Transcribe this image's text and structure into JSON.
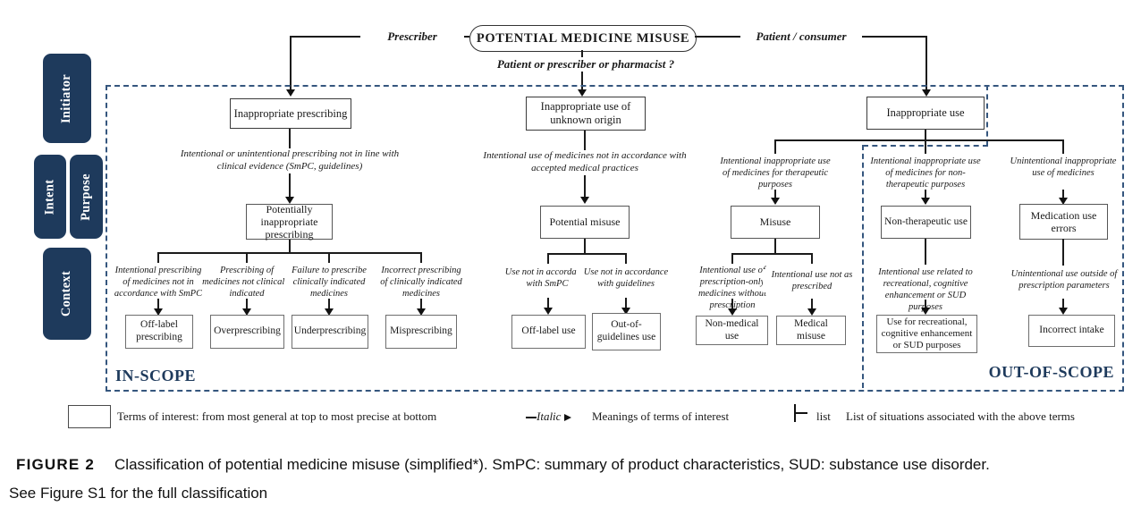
{
  "figure": {
    "root_label": "POTENTIAL MEDICINE MISUSE",
    "root_question": "Patient or prescriber or pharmacist ?",
    "left_arrow_label": "Prescriber",
    "right_arrow_label": "Patient / consumer"
  },
  "sidebar": {
    "initiator": "Initiator",
    "intent": "Intent",
    "purpose": "Purpose",
    "context": "Context"
  },
  "scope": {
    "in_label": "IN-SCOPE",
    "out_label": "OUT-OF-SCOPE"
  },
  "prescribing": {
    "term": "Inappropriate prescribing",
    "meaning": "Intentional or unintentional prescribing not in line with clinical evidence (SmPC, guidelines)",
    "sub_term": "Potentially inappropriate prescribing",
    "children": [
      {
        "meaning": "Intentional prescribing of medicines not in accordance with SmPC",
        "term": "Off-label prescribing"
      },
      {
        "meaning": "Prescribing of medicines not clinically indicated",
        "term": "Overprescribing"
      },
      {
        "meaning": "Failure to prescribe clinically indicated medicines",
        "term": "Underprescribing"
      },
      {
        "meaning": "Incorrect prescribing of clinically indicated medicines",
        "term": "Misprescribing"
      }
    ]
  },
  "unknown_origin": {
    "term": "Inappropriate use of unknown origin",
    "meaning": "Intentional use of medicines not in accordance with accepted medical practices",
    "sub_term": "Potential misuse",
    "children": [
      {
        "meaning": "Use not in accordance with SmPC",
        "term": "Off-label use"
      },
      {
        "meaning": "Use not in accordance with guidelines",
        "term": "Out-of-guidelines use"
      }
    ]
  },
  "use": {
    "term": "Inappropriate use",
    "branches": [
      {
        "meaning": "Intentional inappropriate use of medicines for therapeutic purposes",
        "term": "Misuse",
        "children": [
          {
            "meaning": "Intentional use of prescription-only medicines without prescription",
            "term": "Non-medical use"
          },
          {
            "meaning": "Intentional use not as prescribed",
            "term": "Medical misuse"
          }
        ]
      },
      {
        "meaning": "Intentional inappropriate use of medicines for non-therapeutic purposes",
        "term": "Non-therapeutic use",
        "children": [
          {
            "meaning": "Intentional use related to recreational, cognitive enhancement or SUD purposes",
            "term": "Use for recreational, cognitive enhancement or SUD purposes"
          }
        ]
      },
      {
        "meaning": "Unintentional inappropriate use of medicines",
        "term": "Medication use errors",
        "children": [
          {
            "meaning": "Unintentional use outside of prescription parameters",
            "term": "Incorrect intake"
          }
        ]
      }
    ]
  },
  "legend": {
    "box_label": "Terms of interest: from most general at top to most precise at bottom",
    "italic_word": "Italic",
    "italic_label": "Meanings of terms of interest",
    "list_word": "list",
    "list_label": "List of situations associated with the above terms"
  },
  "caption": {
    "tag": "FIGURE 2",
    "text": "Classification of potential medicine misuse (simplified*). SmPC: summary of product characteristics, SUD: substance use disorder.",
    "text2": "See Figure S1 for the full classification"
  },
  "colors": {
    "navy": "#1e3a5c",
    "dashed_border": "#35567e",
    "line": "#1b1b1b"
  }
}
